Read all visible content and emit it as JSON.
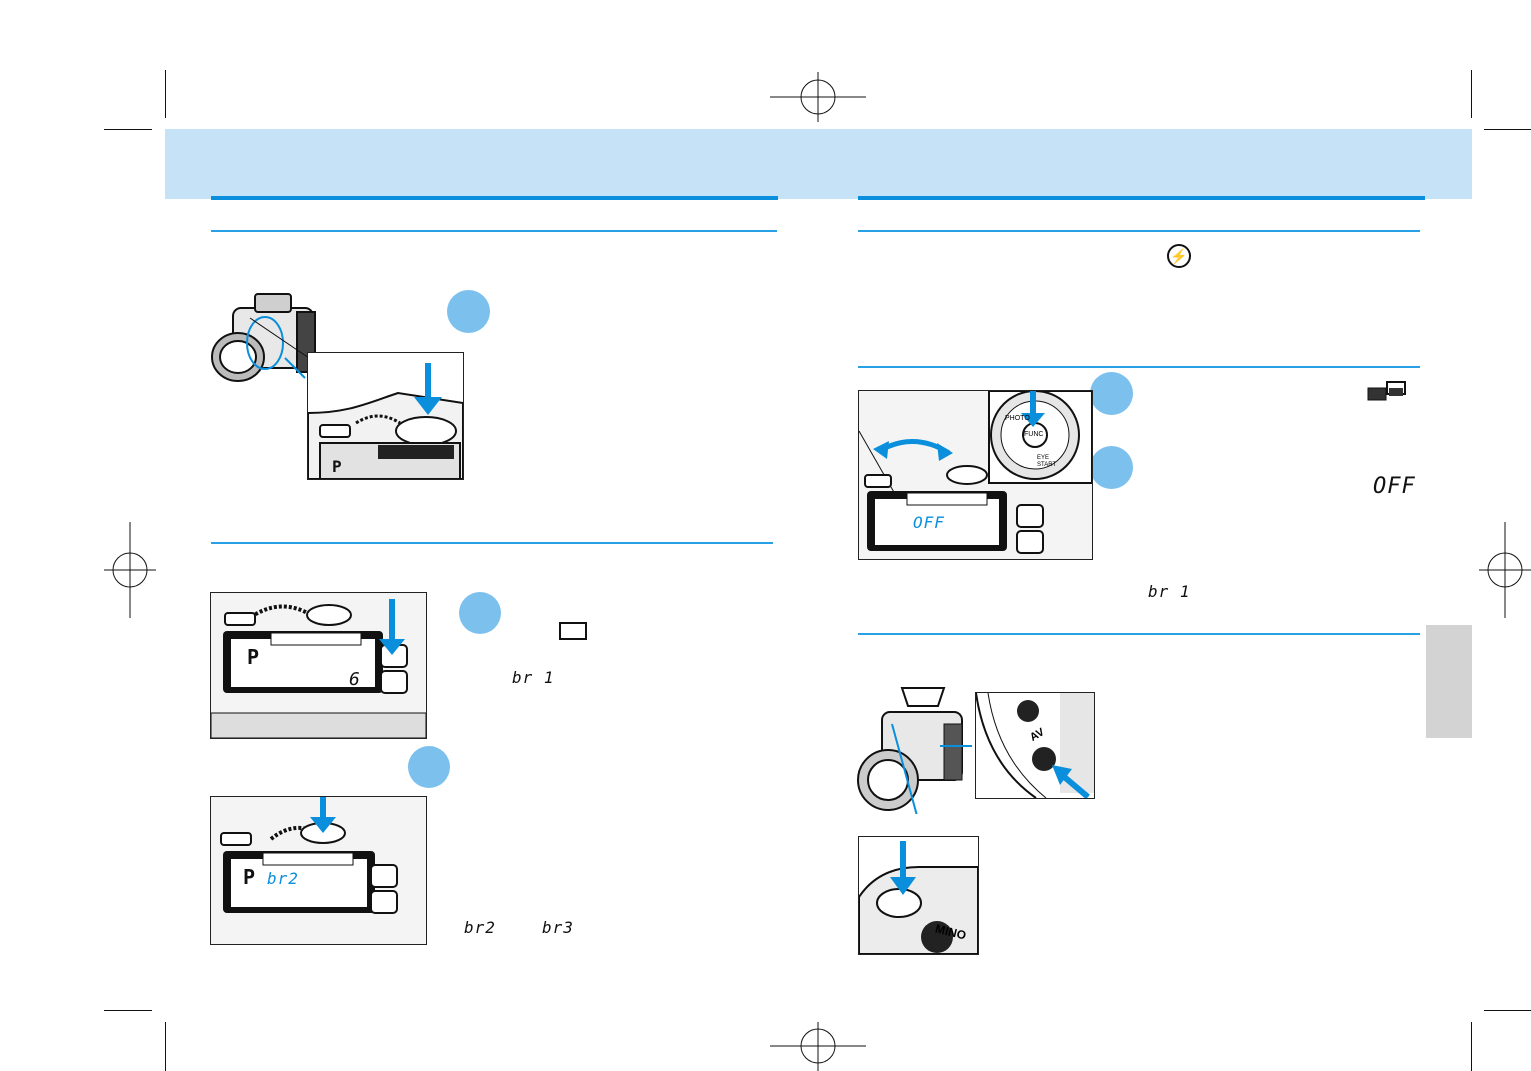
{
  "colors": {
    "header_band": "#c6e2f6",
    "rule_blue": "#0a8fdc",
    "step_circle": "#7cc1ee",
    "side_tab": "#d3d3d3"
  },
  "icons": {
    "flash_off": "flash-off-icon",
    "bracket_mode": "bracketing-mode-icon",
    "single_frame": "single-frame-icon"
  },
  "lcd_readouts": {
    "left_top_mode": "P",
    "left_top_count": "6",
    "left_bottom_mode": "P",
    "left_bottom_code": "br2",
    "right_top_code": "OFF"
  },
  "inline_codes": {
    "br1_left": "br 1",
    "br2": "br2",
    "br3": "br3",
    "off_right": "OFF",
    "br1_right": "br 1"
  },
  "camera_labels": {
    "dial_func": "FUNC",
    "dial_photo": "PHOTO",
    "dial_eye_start": "EYE START",
    "button_av": "AV",
    "brand_partial": "MINO",
    "button_p": "P"
  }
}
